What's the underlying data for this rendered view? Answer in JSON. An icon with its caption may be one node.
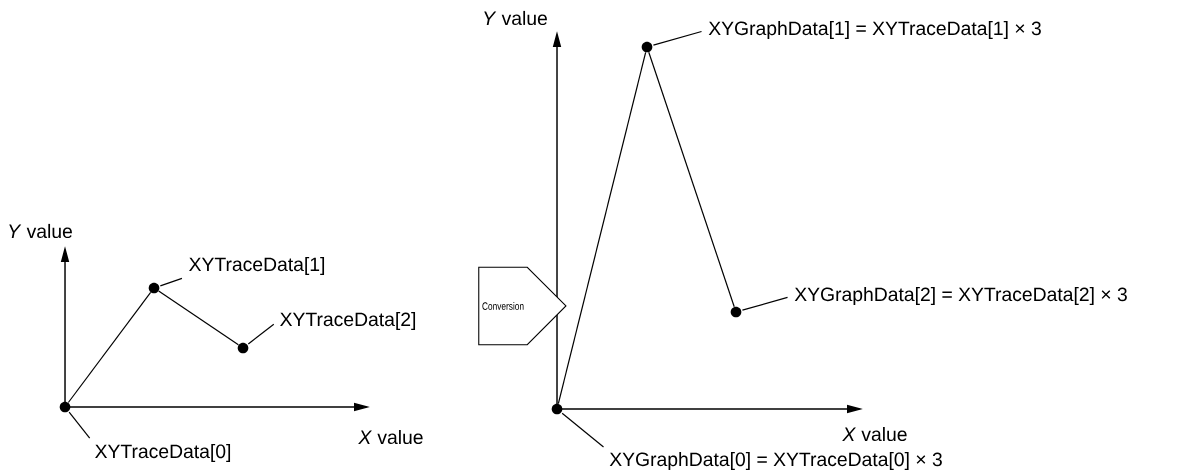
{
  "diagram": {
    "nodes": [
      {
        "text": [],
        "shape": "circle"
      },
      {
        "text": [],
        "shape": "circle"
      },
      {
        "text": [],
        "shape": "circle"
      },
      {
        "text": [
          "XYTraceData[0]"
        ]
      },
      {
        "text": [
          "XYTraceData[1]"
        ]
      },
      {
        "text": [
          "XYTraceData[2]"
        ]
      },
      {
        "text": [
          "Conversion"
        ]
      },
      {
        "text": [],
        "shape": "circle"
      },
      {
        "text": [],
        "shape": "circle"
      },
      {
        "text": [],
        "shape": "circle"
      },
      {
        "text": [
          "XYGraphData[0] = XYTraceData[0] × 3"
        ]
      },
      {
        "text": [
          "XYGraphData[1] = XYTraceData[1] × 3"
        ]
      },
      {
        "text": [
          "XYGraphData[2] = XYTraceData[2] × 3"
        ]
      }
    ],
    "edges": [
      {
        "from": 0,
        "to": 1,
        "arrow": "none"
      },
      {
        "from": 1,
        "to": 2,
        "arrow": "none"
      },
      {
        "from": 3,
        "to": 0,
        "arrow": "none"
      },
      {
        "from": 4,
        "to": 1,
        "arrow": "none"
      },
      {
        "from": 5,
        "to": 2,
        "arrow": "none"
      },
      {
        "from": 7,
        "to": 8,
        "arrow": "none"
      },
      {
        "from": 8,
        "to": 9,
        "arrow": "none"
      },
      {
        "from": 10,
        "to": 7,
        "arrow": "none"
      },
      {
        "from": 11,
        "to": 8,
        "arrow": "none"
      },
      {
        "from": 12,
        "to": 9,
        "arrow": "none"
      }
    ],
    "labels": [
      "*Y* value",
      "*X* value",
      "*Y* value",
      "*X* value"
    ]
  }
}
